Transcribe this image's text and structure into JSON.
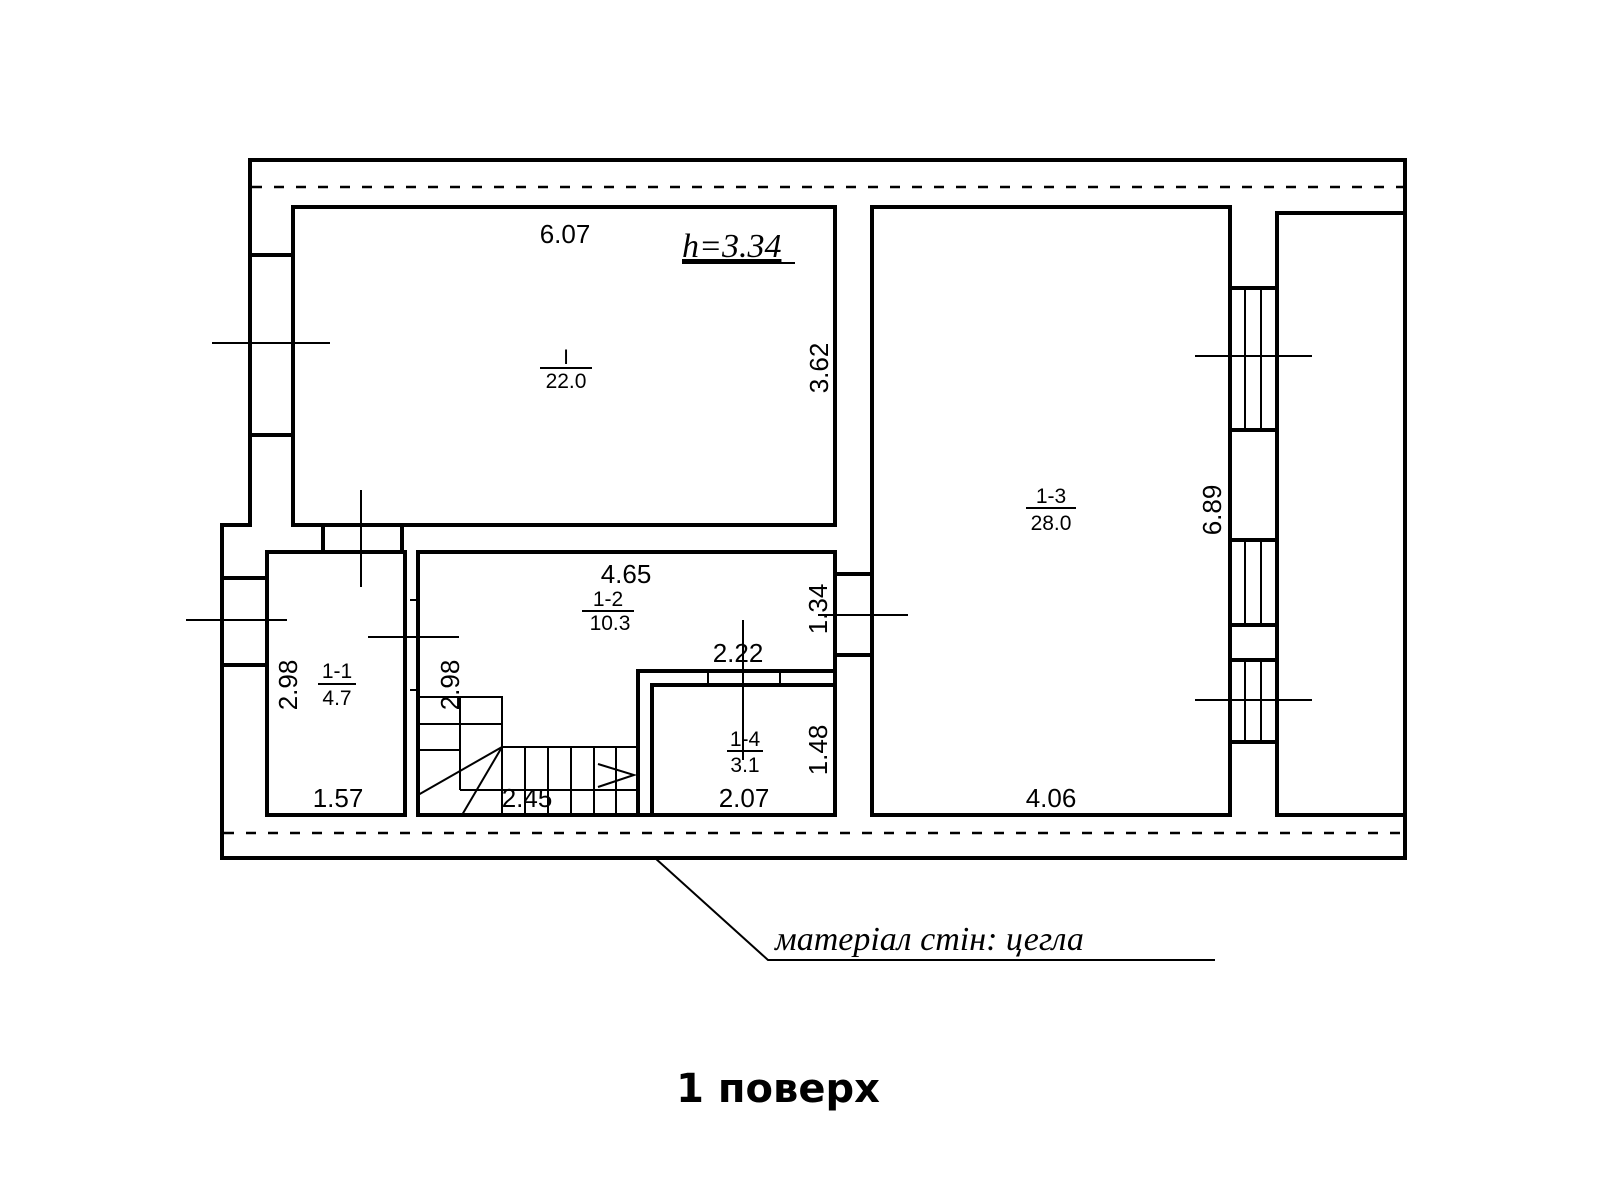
{
  "plan": {
    "title": "1 поверх",
    "wall_material_note": "матеріал стін: цегла",
    "ceiling_height": "h=3.34",
    "rooms": [
      {
        "id": "I",
        "area": "22.0",
        "width": "6.07",
        "depth": "3.62"
      },
      {
        "id": "1-1",
        "area": "4.7",
        "width": "1.57",
        "depth": "2.98"
      },
      {
        "id": "1-2",
        "area": "10.3",
        "width": "4.65",
        "depth": "2.98",
        "width2": "2.45",
        "depth2": "1.34"
      },
      {
        "id": "1-3",
        "area": "28.0",
        "width": "4.06",
        "depth": "6.89"
      },
      {
        "id": "1-4",
        "area": "3.1",
        "width": "2.07",
        "depth": "1.48",
        "width2": "2.22"
      }
    ]
  }
}
